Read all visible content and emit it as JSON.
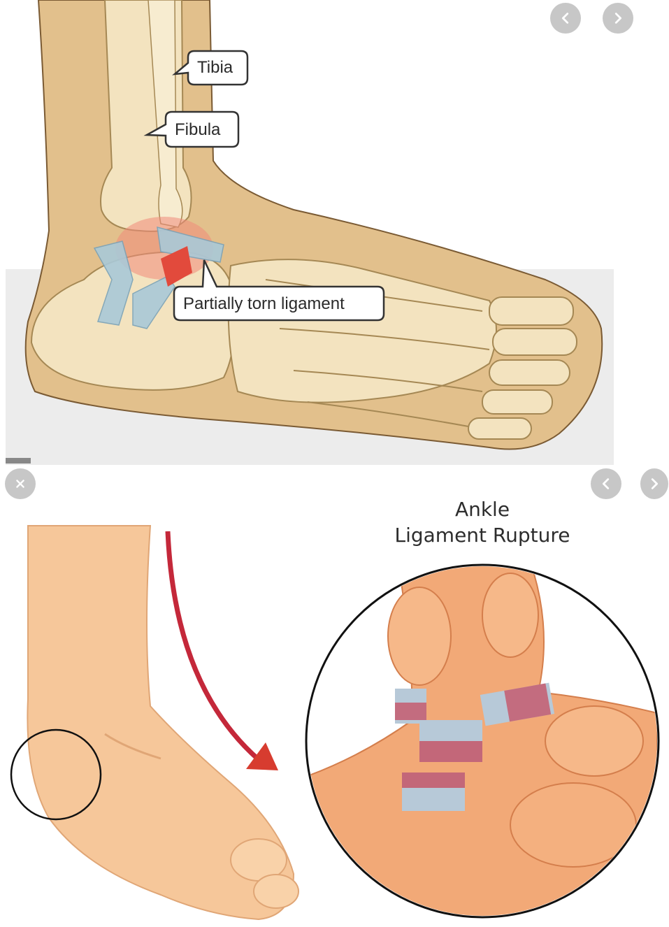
{
  "top_image": {
    "labels": {
      "tibia": "Tibia",
      "fibula": "Fibula",
      "torn_ligament": "Partially torn ligament"
    }
  },
  "bottom_image": {
    "title_line1": "Ankle",
    "title_line2": "Ligament Rupture"
  },
  "controls": {
    "top_prev_icon": "chevron-left-icon",
    "top_next_icon": "chevron-right-icon",
    "close_icon": "close-icon",
    "bottom_prev_icon": "chevron-left-icon",
    "bottom_next_icon": "chevron-right-icon"
  },
  "colors": {
    "skin": "#e2c08c",
    "bone": "#f3e3bf",
    "ligament": "#a9c9d8",
    "injury_red": "#e24a3c",
    "bottom_skin": "#f6c79a",
    "button_gray": "#c7c7c7"
  }
}
